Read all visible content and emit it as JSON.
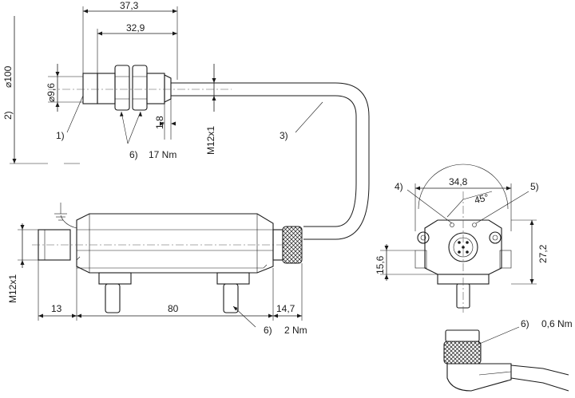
{
  "dimensions": {
    "d37_3": "37,3",
    "d32_9": "32,9",
    "dia9_6": "⌀9,6",
    "dia100": "⌀100",
    "d1_8": "1,8",
    "m12x1_top": "M12x1",
    "m12x1_left": "M12x1",
    "d13": "13",
    "d80": "80",
    "d14_7": "14,7",
    "d34_8": "34,8",
    "d27_2": "27,2",
    "d15_6": "15,6",
    "angle45": "45°"
  },
  "callouts": {
    "c1": "1)",
    "c2": "2)",
    "c3": "3)",
    "c4": "4)",
    "c5": "5)",
    "c6a": "6)",
    "c6a_torque": "17 Nm",
    "c6b": "6)",
    "c6b_torque": "2 Nm",
    "c6c": "6)",
    "c6c_torque": "0,6 Nm"
  }
}
